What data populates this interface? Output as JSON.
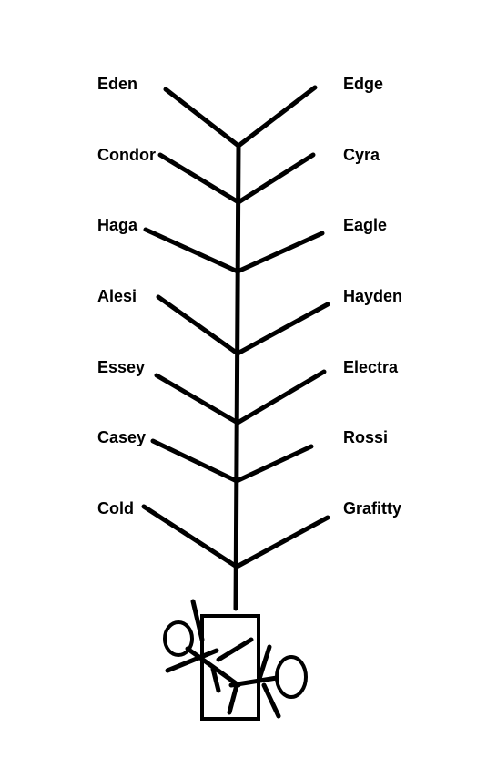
{
  "left_labels": [
    "Eden",
    "Condor",
    "Haga",
    "Alesi",
    "Essey",
    "Casey",
    "Cold"
  ],
  "right_labels": [
    "Edge",
    "Cyra",
    "Eagle",
    "Hayden",
    "Electra",
    "Rossi",
    "Grafitty"
  ],
  "colors": {
    "background": "#ffffff",
    "ink": "#000000"
  }
}
